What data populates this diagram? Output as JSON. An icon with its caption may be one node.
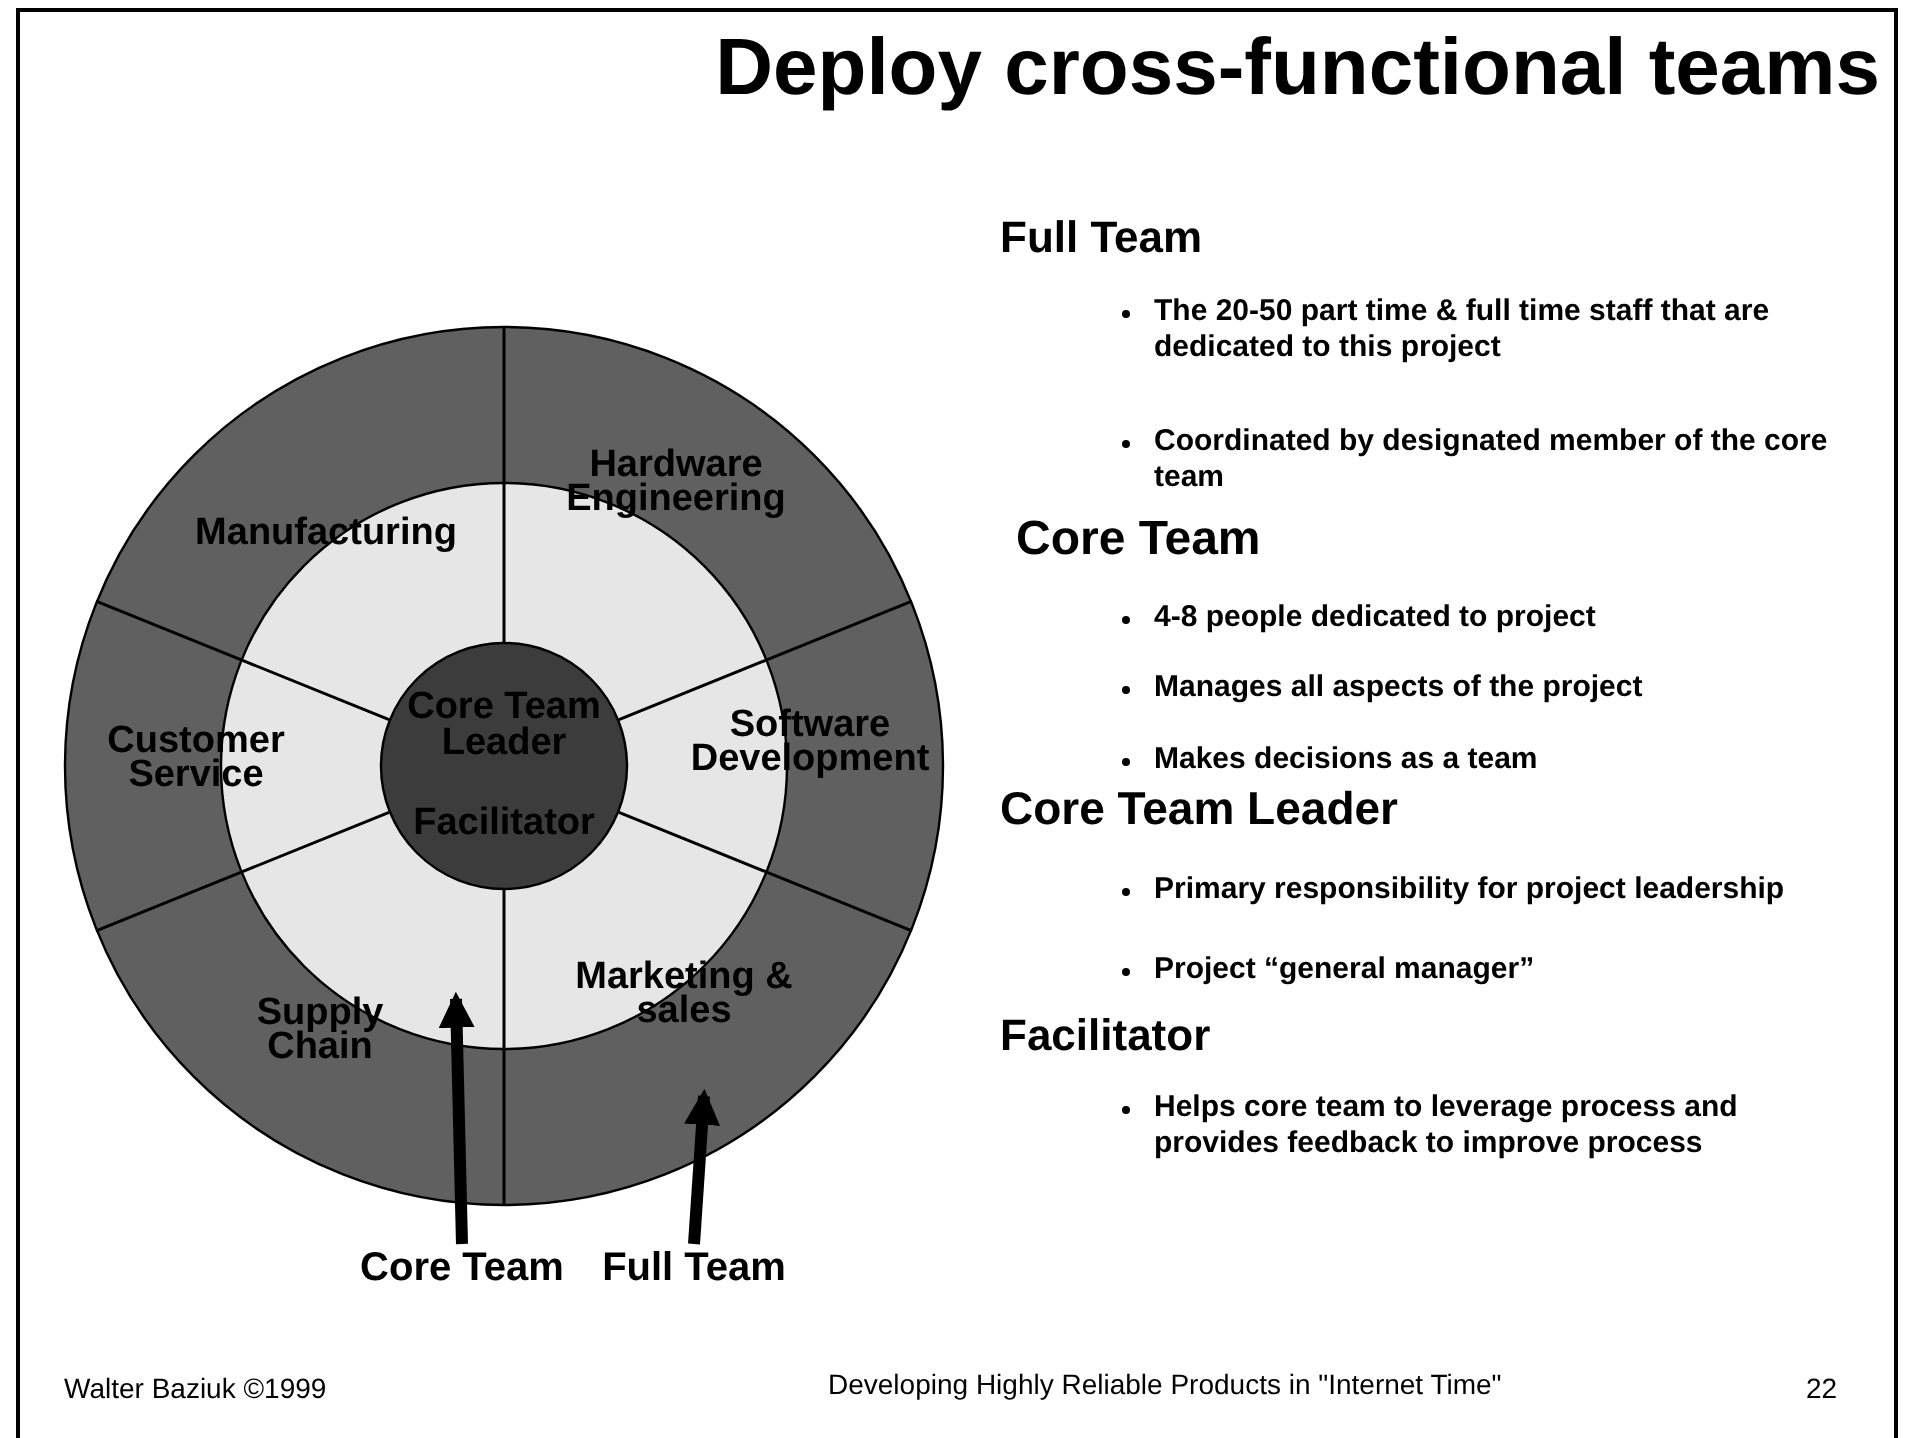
{
  "diagram": {
    "title": "Deploy cross-functional teams",
    "nodes": [
      {
        "text": [],
        "shape": "circle"
      },
      {
        "text": [],
        "shape": "circle",
        "in": 0
      },
      {
        "text": [
          "Core Team Leader",
          "Facilitator"
        ],
        "in": 1
      },
      {
        "text": [
          "Core Team"
        ]
      },
      {
        "text": [
          "Full Team"
        ]
      }
    ],
    "edges": [
      {
        "from": 3,
        "to": 1,
        "arrow": "to"
      },
      {
        "from": 4,
        "to": 0,
        "arrow": "to"
      }
    ],
    "labels": [
      "Hardware Engineering",
      "Manufacturing",
      "Customer Service",
      "Software Development",
      "Supply Chain",
      "Marketing & sales",
      "Full Team",
      "The 20-50 part time & full time staff that are dedicated to this project",
      "Coordinated by designated member of the core team",
      "Core Team",
      "4-8 people dedicated to project",
      "Manages all aspects of the project",
      "Makes decisions as a team",
      "Core Team Leader",
      "Primary responsibility for project leadership",
      "Project “general manager”",
      "Facilitator",
      "Helps core team to leverage process and provides feedback to improve process",
      "Walter Baziuk ©1999",
      "Developing Highly Reliable Products in \"Internet Time\"",
      "22"
    ]
  }
}
